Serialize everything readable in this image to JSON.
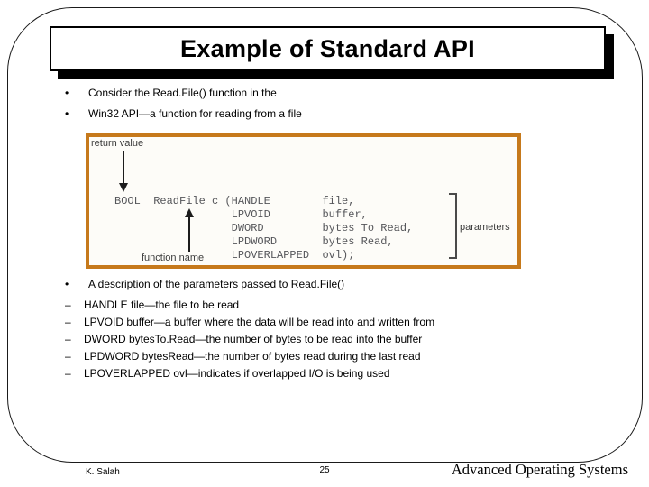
{
  "slide": {
    "title": "Example of Standard API",
    "intro_bullets": [
      {
        "marker": "•",
        "text": "Consider the Read.File() function in the"
      },
      {
        "marker": "•",
        "text": "Win32 API—a function for reading from a file"
      }
    ],
    "figure": {
      "border_color": "#C6791B",
      "return_value_label": "return value",
      "function_name_label": "function name",
      "parameters_label": "parameters",
      "code": "BOOL  ReadFile c (HANDLE        file,\n                  LPVOID        buffer,\n                  DWORD         bytes To Read,\n                  LPDWORD       bytes Read,\n                  LPOVERLAPPED  ovl);"
    },
    "description": {
      "heading": {
        "marker": "•",
        "text": "A description of the parameters passed to Read.File()"
      },
      "items": [
        {
          "marker": "–",
          "text": "HANDLE file—the file to be read"
        },
        {
          "marker": "–",
          "text": "LPVOID buffer—a buffer where the data will be read into and written from"
        },
        {
          "marker": "–",
          "text": "DWORD bytesTo.Read—the number of bytes to be read into the buffer"
        },
        {
          "marker": "–",
          "text": "LPDWORD bytesRead—the number of bytes read during the last read"
        },
        {
          "marker": "–",
          "text": "LPOVERLAPPED ovl—indicates if overlapped I/O is being used"
        }
      ]
    },
    "footer": {
      "author": "K. Salah",
      "page_number": "25",
      "course": "Advanced Operating Systems"
    }
  }
}
